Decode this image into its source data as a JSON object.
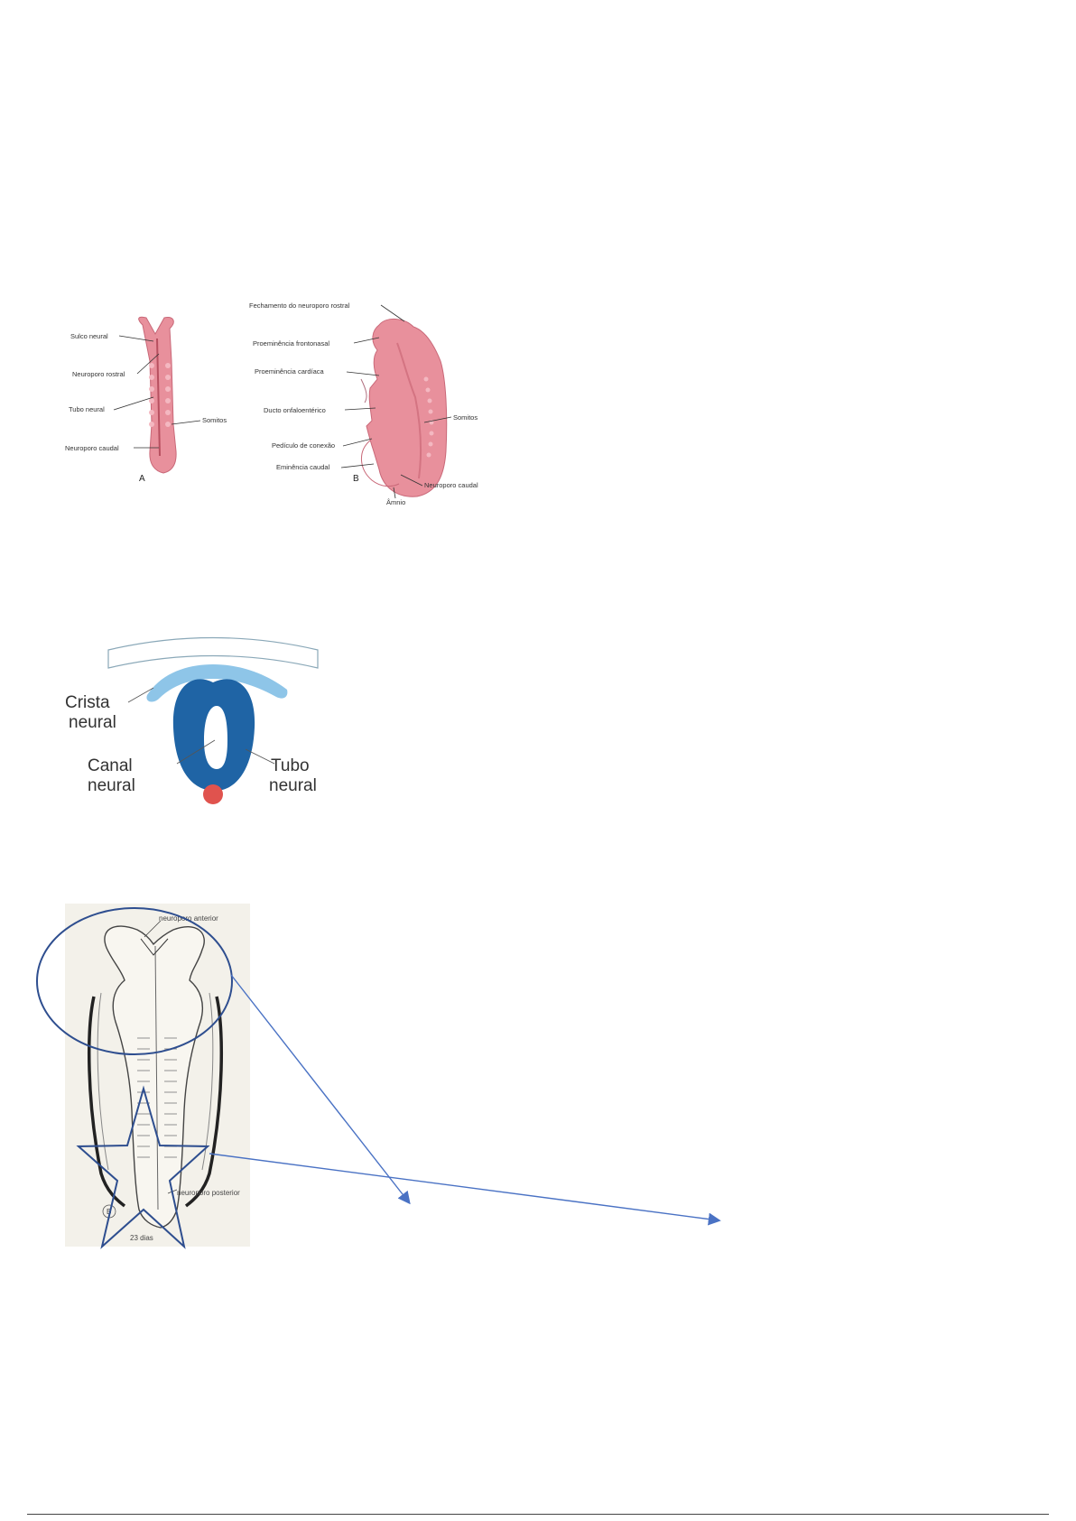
{
  "figure1": {
    "panel_a": {
      "labels": [
        "Sulco neural",
        "Neuroporo rostral",
        "Tubo neural",
        "Somitos",
        "Neuroporo caudal"
      ],
      "letter": "A"
    },
    "panel_b": {
      "labels": [
        "Fechamento do neuroporo rostral",
        "Proeminência frontonasal",
        "Proeminência cardíaca",
        "Ducto onfaloentérico",
        "Somitos",
        "Pedículo de conexão",
        "Eminência caudal",
        "Neuroporo caudal",
        "Âmnio"
      ],
      "letter": "B"
    }
  },
  "figure2": {
    "crista": [
      "Crista",
      "neural"
    ],
    "canal": [
      "Canal",
      "neural"
    ],
    "tubo": [
      "Tubo",
      "neural"
    ]
  },
  "figure3": {
    "label_top": "neuroporo anterior",
    "label_bottom": "neuroporo posterior",
    "panel_letter": "B",
    "caption": "23 dias"
  },
  "colors": {
    "embryo_pink": "#e8909c",
    "neural_tube": "#1f64a5",
    "neural_crest": "#8ec5e8",
    "notochord": "#e0534e",
    "annotation": "#2e4e8f",
    "arrow": "#4a72c4"
  }
}
